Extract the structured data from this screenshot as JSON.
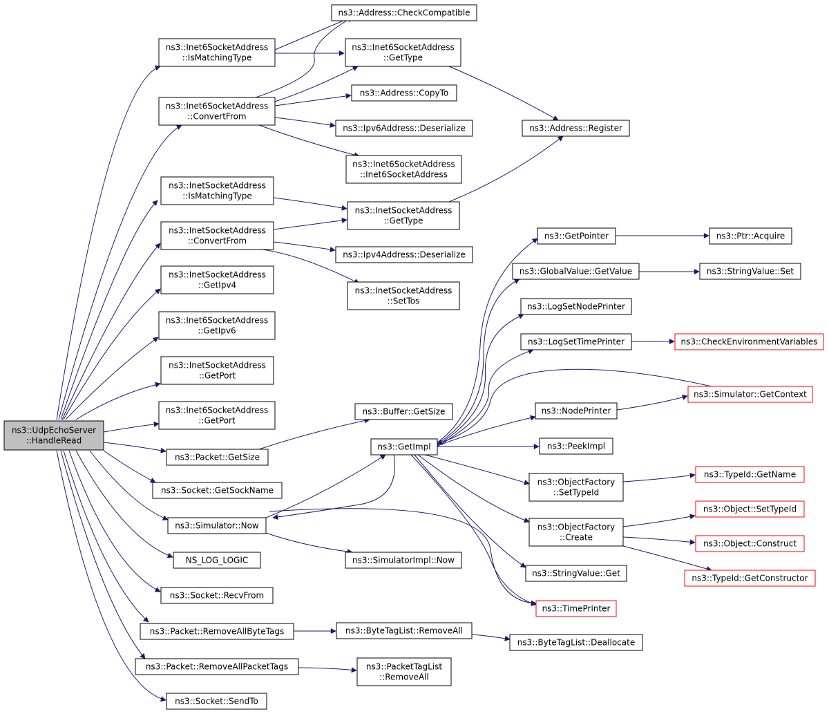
{
  "colors": {
    "edge": "#191970",
    "node_border": "#000000",
    "external_border": "#ff0000",
    "root_fill": "#bfbfbf"
  },
  "nodes": {
    "root": {
      "lines": [
        "ns3::UdpEchoServer",
        "::HandleRead"
      ]
    },
    "checkcompat": {
      "lines": [
        "ns3::Address::CheckCompatible"
      ]
    },
    "i6_ismatch": {
      "lines": [
        "ns3::Inet6SocketAddress",
        "::IsMatchingType"
      ]
    },
    "i6_gettype": {
      "lines": [
        "ns3::Inet6SocketAddress",
        "::GetType"
      ]
    },
    "i6_convert": {
      "lines": [
        "ns3::Inet6SocketAddress",
        "::ConvertFrom"
      ]
    },
    "copyto": {
      "lines": [
        "ns3::Address::CopyTo"
      ]
    },
    "ipv6deser": {
      "lines": [
        "ns3::Ipv6Address::Deserialize"
      ]
    },
    "i6_ctor": {
      "lines": [
        "ns3::Inet6SocketAddress",
        "::Inet6SocketAddress"
      ]
    },
    "addr_register": {
      "lines": [
        "ns3::Address::Register"
      ]
    },
    "i4_ismatch": {
      "lines": [
        "ns3::InetSocketAddress",
        "::IsMatchingType"
      ]
    },
    "i4_gettype": {
      "lines": [
        "ns3::InetSocketAddress",
        "::GetType"
      ]
    },
    "i4_convert": {
      "lines": [
        "ns3::InetSocketAddress",
        "::ConvertFrom"
      ]
    },
    "ipv4deser": {
      "lines": [
        "ns3::Ipv4Address::Deserialize"
      ]
    },
    "i4_settos": {
      "lines": [
        "ns3::InetSocketAddress",
        "::SetTos"
      ]
    },
    "i4_getipv4": {
      "lines": [
        "ns3::InetSocketAddress",
        "::GetIpv4"
      ]
    },
    "i6_getipv6": {
      "lines": [
        "ns3::Inet6SocketAddress",
        "::GetIpv6"
      ]
    },
    "i4_getport": {
      "lines": [
        "ns3::InetSocketAddress",
        "::GetPort"
      ]
    },
    "i6_getport": {
      "lines": [
        "ns3::Inet6SocketAddress",
        "::GetPort"
      ]
    },
    "pkt_getsize": {
      "lines": [
        "ns3::Packet::GetSize"
      ]
    },
    "buf_getsize": {
      "lines": [
        "ns3::Buffer::GetSize"
      ]
    },
    "getimpl": {
      "lines": [
        "ns3::GetImpl"
      ]
    },
    "getpointer": {
      "lines": [
        "ns3::GetPointer"
      ]
    },
    "ptr_acquire": {
      "lines": [
        "ns3::Ptr::Acquire"
      ]
    },
    "gv_getvalue": {
      "lines": [
        "ns3::GlobalValue::GetValue"
      ]
    },
    "sv_set": {
      "lines": [
        "ns3::StringValue::Set"
      ]
    },
    "lognodeprinter": {
      "lines": [
        "ns3::LogSetNodePrinter"
      ]
    },
    "logtimeprinter": {
      "lines": [
        "ns3::LogSetTimePrinter"
      ]
    },
    "checkenv": {
      "lines": [
        "ns3::CheckEnvironmentVariables"
      ]
    },
    "sim_getcontext": {
      "lines": [
        "ns3::Simulator::GetContext"
      ]
    },
    "nodeprinter": {
      "lines": [
        "ns3::NodePrinter"
      ]
    },
    "peekimpl": {
      "lines": [
        "ns3::PeekImpl"
      ]
    },
    "of_settypeid": {
      "lines": [
        "ns3::ObjectFactory",
        "::SetTypeId"
      ]
    },
    "typeid_getname": {
      "lines": [
        "ns3::TypeId::GetName"
      ]
    },
    "of_create": {
      "lines": [
        "ns3::ObjectFactory",
        "::Create"
      ]
    },
    "obj_settypeid": {
      "lines": [
        "ns3::Object::SetTypeId"
      ]
    },
    "obj_construct": {
      "lines": [
        "ns3::Object::Construct"
      ]
    },
    "typeid_getctor": {
      "lines": [
        "ns3::TypeId::GetConstructor"
      ]
    },
    "sv_get": {
      "lines": [
        "ns3::StringValue::Get"
      ]
    },
    "timeprinter": {
      "lines": [
        "ns3::TimePrinter"
      ]
    },
    "sock_getsockname": {
      "lines": [
        "ns3::Socket::GetSockName"
      ]
    },
    "sim_now": {
      "lines": [
        "ns3::Simulator::Now"
      ]
    },
    "simimpl_now": {
      "lines": [
        "ns3::SimulatorImpl::Now"
      ]
    },
    "ns_log_logic": {
      "lines": [
        "NS_LOG_LOGIC"
      ]
    },
    "sock_recvfrom": {
      "lines": [
        "ns3::Socket::RecvFrom"
      ]
    },
    "pkt_rmbytetags": {
      "lines": [
        "ns3::Packet::RemoveAllByteTags"
      ]
    },
    "btl_removeall": {
      "lines": [
        "ns3::ByteTagList::RemoveAll"
      ]
    },
    "btl_dealloc": {
      "lines": [
        "ns3::ByteTagList::Deallocate"
      ]
    },
    "pkt_rmpkttags": {
      "lines": [
        "ns3::Packet::RemoveAllPacketTags"
      ]
    },
    "ptl_removeall": {
      "lines": [
        "ns3::PacketTagList",
        "::RemoveAll"
      ]
    },
    "sock_sendto": {
      "lines": [
        "ns3::Socket::SendTo"
      ]
    }
  }
}
